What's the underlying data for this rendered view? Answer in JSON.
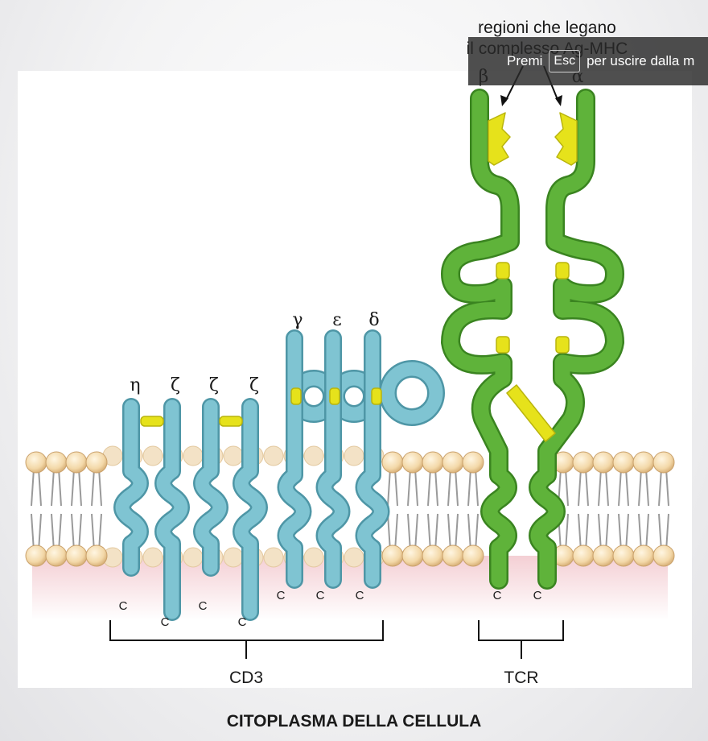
{
  "annotation": {
    "line1": "regioni che legano",
    "line2": "il complesso Ag-MHC"
  },
  "escape_banner": {
    "prefix": "Premi",
    "key": "Esc",
    "suffix": "per uscire dalla m"
  },
  "chain_labels": {
    "eta": "η",
    "zeta1": "ζ",
    "zeta2": "ζ",
    "zeta3": "ζ",
    "gamma": "γ",
    "epsilon": "ε",
    "delta": "δ",
    "beta": "β",
    "alpha": "α"
  },
  "c_terminus": "C",
  "groups": {
    "cd3": "CD3",
    "tcr": "TCR"
  },
  "footer": "CITOPLASMA DELLA CELLULA",
  "colors": {
    "cd3_chain": "#7fc4d2",
    "cd3_outline": "#4e96a6",
    "tcr_chain": "#5fb33a",
    "tcr_outline": "#3a8420",
    "bond": "#e6e21b",
    "lipid_head": "#f6ddb2",
    "cytoplasm": "#f7dde0"
  }
}
